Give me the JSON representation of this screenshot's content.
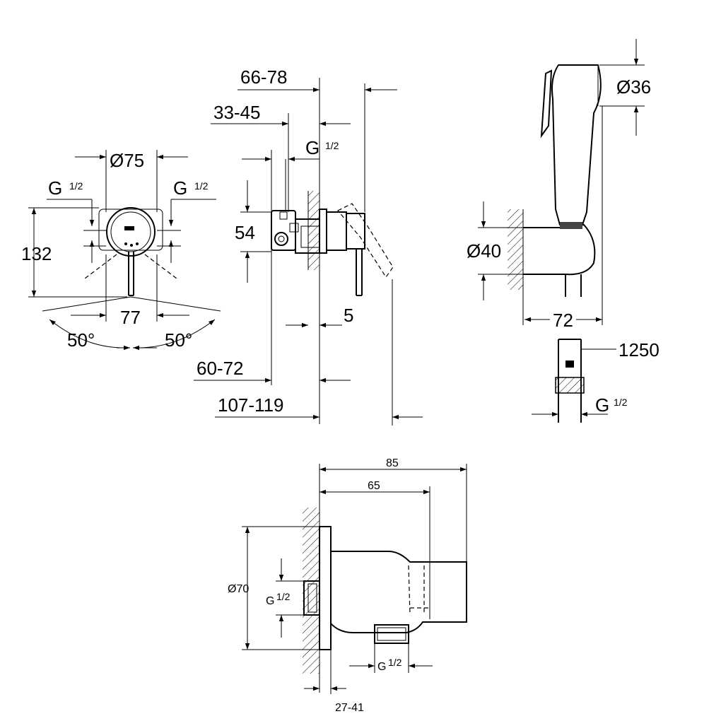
{
  "view1": {
    "dia": "Ø75",
    "g_left": "G",
    "g_left_frac": "1/2",
    "g_right": "G",
    "g_right_frac": "1/2",
    "height": "132",
    "width": "77",
    "angle_left": "50°",
    "angle_right": "50°"
  },
  "view2": {
    "d1": "66-78",
    "d2": "33-45",
    "g": "G",
    "g_frac": "1/2",
    "h": "54",
    "d5": "5",
    "d6": "60-72",
    "d7": "107-119"
  },
  "view3": {
    "dia_head": "Ø36",
    "dia_holder": "Ø40",
    "depth": "72",
    "hose": "1250",
    "g": "G",
    "g_frac": "1/2"
  },
  "view4": {
    "d85": "85",
    "d65": "65",
    "dia": "Ø70",
    "g_left": "G",
    "g_left_frac": "1/2",
    "g_bottom": "G",
    "g_bottom_frac": "1/2",
    "range": "27-41"
  }
}
